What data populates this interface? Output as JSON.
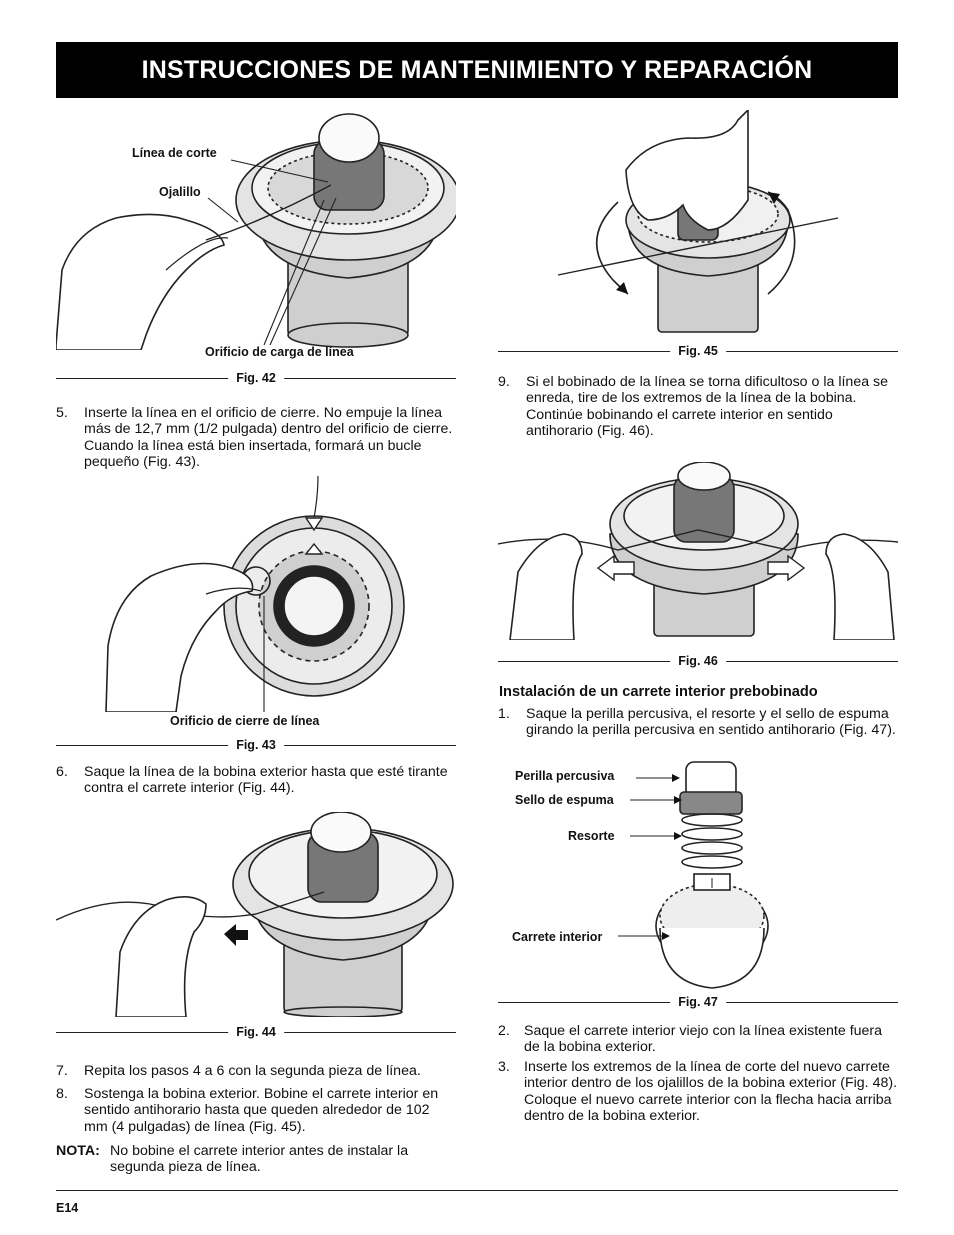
{
  "header": {
    "title": "INSTRUCCIONES DE MANTENIMIENTO Y REPARACIÓN"
  },
  "figures": {
    "fig42": {
      "caption": "Fig. 42",
      "callouts": [
        "Línea de corte",
        "Ojalillo",
        "Orificio de carga de línea"
      ]
    },
    "fig43": {
      "caption": "Fig. 43",
      "callouts": [
        "Orificio de cierre de línea"
      ]
    },
    "fig44": {
      "caption": "Fig. 44"
    },
    "fig45": {
      "caption": "Fig. 45"
    },
    "fig46": {
      "caption": "Fig. 46"
    },
    "fig47": {
      "caption": "Fig. 47",
      "callouts": [
        "Perilla percusiva",
        "Sello de espuma",
        "Resorte",
        "Carrete interior"
      ]
    }
  },
  "steps_left": [
    {
      "num": "5.",
      "text": "Inserte la línea en el orificio de cierre. No empuje la línea más de 12,7 mm (1/2 pulgada) dentro del orificio de cierre. Cuando la línea está bien insertada, formará un bucle pequeño (Fig. 43)."
    },
    {
      "num": "6.",
      "text": "Saque la línea de la bobina exterior hasta que esté tirante contra el carrete interior (Fig. 44)."
    },
    {
      "num": "7.",
      "text": "Repita los pasos 4 a 6 con la segunda pieza de línea."
    },
    {
      "num": "8.",
      "text": "Sostenga la bobina exterior. Bobine el carrete interior en sentido antihorario hasta que queden alrededor de 102 mm (4 pulgadas) de línea (Fig. 45)."
    }
  ],
  "note": {
    "label": "NOTA:",
    "text": "No bobine el carrete interior antes de instalar la segunda pieza de línea."
  },
  "steps_right": [
    {
      "num": "9.",
      "text": "Si el bobinado de la línea se torna dificultoso o la línea se enreda, tire de los extremos de la línea de la bobina. Continúe bobinando el carrete interior en sentido antihorario (Fig. 46)."
    }
  ],
  "section": {
    "title": "Instalación de un carrete interior prebobinado",
    "steps": [
      {
        "num": "1.",
        "text": "Saque la perilla percusiva, el resorte y el sello de espuma girando la perilla percusiva en sentido antihorario (Fig. 47)."
      },
      {
        "num": "2.",
        "text": "Saque el carrete interior viejo con la línea existente fuera de la bobina exterior."
      },
      {
        "num": "3.",
        "text": "Inserte los extremos de la línea de corte del nuevo carrete interior dentro de los ojalillos de la bobina exterior (Fig. 48). Coloque el nuevo carrete interior con la flecha hacia arriba dentro de la bobina exterior."
      }
    ]
  },
  "footer": {
    "page": "E14"
  }
}
